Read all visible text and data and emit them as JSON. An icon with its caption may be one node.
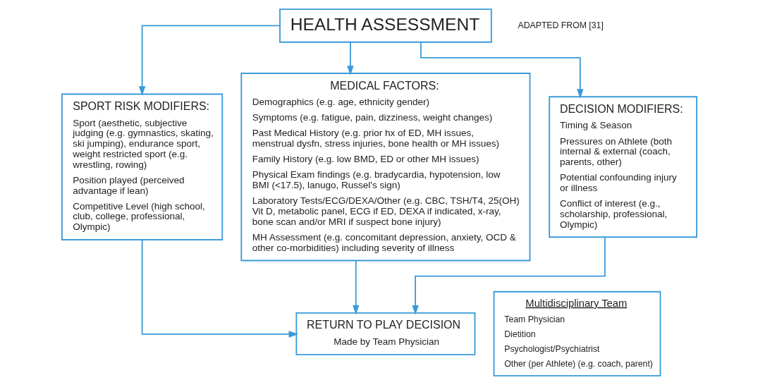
{
  "diagram": {
    "nodes": [
      {
        "text": [
          "HEALTH ASSESSMENT"
        ]
      },
      {
        "text": [
          "SPORT RISK MODIFIERS:",
          "Sport (aesthetic, subjective judging (e.g. gymnastics, skating, ski jumping), endurance sport, weight restricted sport (e.g. wrestling, rowing)",
          "Position played (perceived advantage if lean)",
          "Competitive Level (high school, club, college, professional, Olympic)"
        ]
      },
      {
        "text": [
          "MEDICAL FACTORS:",
          "Demographics (e.g. age, ethnicity gender)",
          "Symptoms (e.g. fatigue, pain, dizziness, weight changes)",
          "Past Medical History (e.g. prior hx of ED, MH issues, menstrual dysfn, stress injuries, bone health or MH issues)",
          "Family History (e.g. low BMD, ED or other MH issues)",
          "Physical Exam findings (e.g. bradycardia, hypotension, low BMI (<17.5), lanugo, Russel's sign)",
          "Laboratory Tests/ECG/DEXA/Other (e.g. CBC, TSH/T4, 25(OH) Vit D, metabolic panel, ECG if ED, DEXA if indicated, x-ray, bone scan and/or MRI if suspect bone injury)",
          "MH Assessment (e.g. concomitant depression, anxiety, OCD & other co-morbidities) including severity of illness"
        ]
      },
      {
        "text": [
          "DECISION MODIFIERS:",
          "Timing & Season",
          "Pressures on Athlete (both internal & external (coach, parents, other)",
          "Potential confounding injury or illness",
          "Conflict of interest (e.g., scholarship, professional, Olympic)"
        ]
      },
      {
        "text": [
          "RETURN TO PLAY DECISION",
          "Made by Team Physician"
        ]
      },
      {
        "text": [
          "Multidisciplinary Team",
          "Team Physician",
          "Dietition",
          "Psychologist/Psychiatrist",
          "Other (per Athlete) (e.g. coach, parent)"
        ]
      }
    ],
    "edges": [
      {
        "from": 0,
        "to": 1,
        "arrow": "to"
      },
      {
        "from": 0,
        "to": 2,
        "arrow": "to"
      },
      {
        "from": 0,
        "to": 3,
        "arrow": "to"
      },
      {
        "from": 1,
        "to": 4,
        "arrow": "to"
      },
      {
        "from": 2,
        "to": 4,
        "arrow": "to"
      },
      {
        "from": 3,
        "to": 4,
        "arrow": "to"
      }
    ],
    "labels": [
      "ADAPTED FROM [31]"
    ]
  }
}
